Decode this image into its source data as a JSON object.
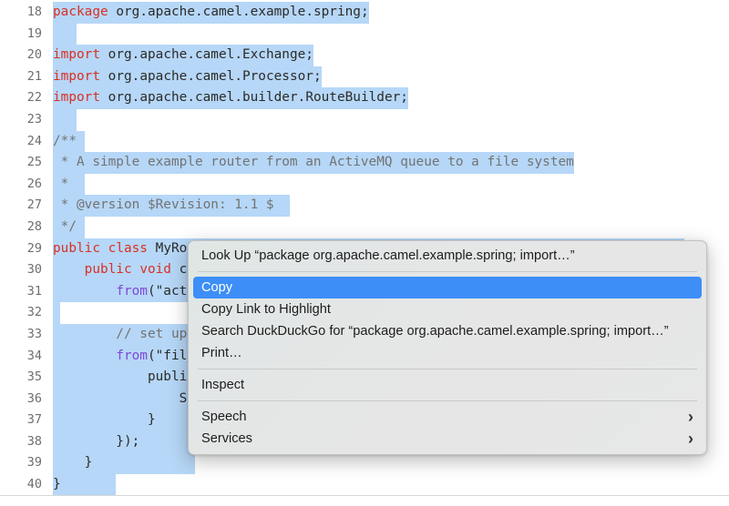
{
  "editor": {
    "first_line_number": 18,
    "selection_color": "#b6d7f7",
    "keyword_color": "#d93025",
    "method_color": "#7d49d6",
    "comment_color": "#737373",
    "lines": [
      {
        "num": "18",
        "text": "package org.apache.camel.example.spring;"
      },
      {
        "num": "19",
        "text": ""
      },
      {
        "num": "20",
        "text": "import org.apache.camel.Exchange;"
      },
      {
        "num": "21",
        "text": "import org.apache.camel.Processor;"
      },
      {
        "num": "22",
        "text": "import org.apache.camel.builder.RouteBuilder;"
      },
      {
        "num": "23",
        "text": ""
      },
      {
        "num": "24",
        "text": "/**"
      },
      {
        "num": "25",
        "text": " * A simple example router from an ActiveMQ queue to a file system"
      },
      {
        "num": "26",
        "text": " *"
      },
      {
        "num": "27",
        "text": " * @version $Revision: 1.1 $"
      },
      {
        "num": "28",
        "text": " */"
      },
      {
        "num": "29",
        "text": "public class MyRo"
      },
      {
        "num": "30",
        "text": "    public void c"
      },
      {
        "num": "31",
        "text": "        from(\"act"
      },
      {
        "num": "32",
        "text": ""
      },
      {
        "num": "33",
        "text": "        // set up"
      },
      {
        "num": "34",
        "text": "        from(\"fil"
      },
      {
        "num": "35",
        "text": "            publi"
      },
      {
        "num": "36",
        "text": "                S"
      },
      {
        "num": "37",
        "text": "            }"
      },
      {
        "num": "38",
        "text": "        });"
      },
      {
        "num": "39",
        "text": "    }"
      },
      {
        "num": "40",
        "text": "}"
      }
    ]
  },
  "context_menu": {
    "highlight_color": "#3d8ef7",
    "background_color": "#e6e6e6",
    "items": [
      {
        "label": "Look Up “package org.apache.camel.example.spring;  import…”",
        "selected": false,
        "submenu": false
      },
      {
        "separator": true
      },
      {
        "label": "Copy",
        "selected": true,
        "submenu": false
      },
      {
        "label": "Copy Link to Highlight",
        "selected": false,
        "submenu": false
      },
      {
        "label": "Search DuckDuckGo for “package org.apache.camel.example.spring;  import…”",
        "selected": false,
        "submenu": false
      },
      {
        "label": "Print…",
        "selected": false,
        "submenu": false
      },
      {
        "separator": true
      },
      {
        "label": "Inspect",
        "selected": false,
        "submenu": false
      },
      {
        "separator": true
      },
      {
        "label": "Speech",
        "selected": false,
        "submenu": true,
        "submenu_icon": "chevron-right-icon"
      },
      {
        "label": "Services",
        "selected": false,
        "submenu": true,
        "submenu_icon": "chevron-right-icon"
      }
    ]
  }
}
